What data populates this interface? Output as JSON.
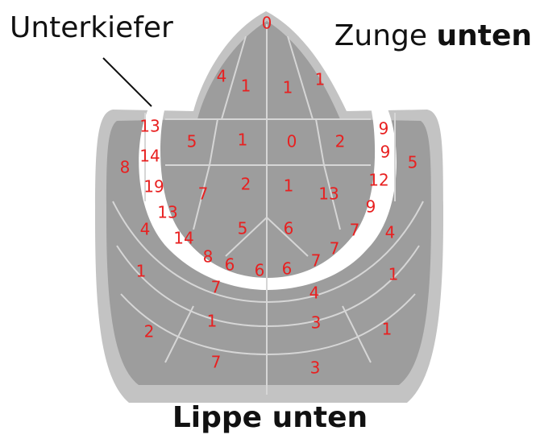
{
  "labels": {
    "jaw": "Unterkiefer",
    "tongue_prefix": "Zunge",
    "tongue_bold": "unten",
    "lip": "Lippe unten"
  },
  "colors": {
    "outer_band": "#c3c3c3",
    "segment_fill": "#9d9d9d",
    "segment_line": "#d6d6d6",
    "gum_white": "#ffffff",
    "number": "#e82020"
  },
  "numbers": [
    "0",
    "4",
    "1",
    "1",
    "1",
    "13",
    "5",
    "1",
    "0",
    "2",
    "9",
    "8",
    "14",
    "9",
    "5",
    "19",
    "7",
    "2",
    "1",
    "13",
    "12",
    "13",
    "9",
    "4",
    "14",
    "5",
    "6",
    "7",
    "4",
    "8",
    "6",
    "6",
    "6",
    "7",
    "7",
    "1",
    "1",
    "7",
    "4",
    "1",
    "3",
    "2",
    "1",
    "7",
    "3"
  ]
}
